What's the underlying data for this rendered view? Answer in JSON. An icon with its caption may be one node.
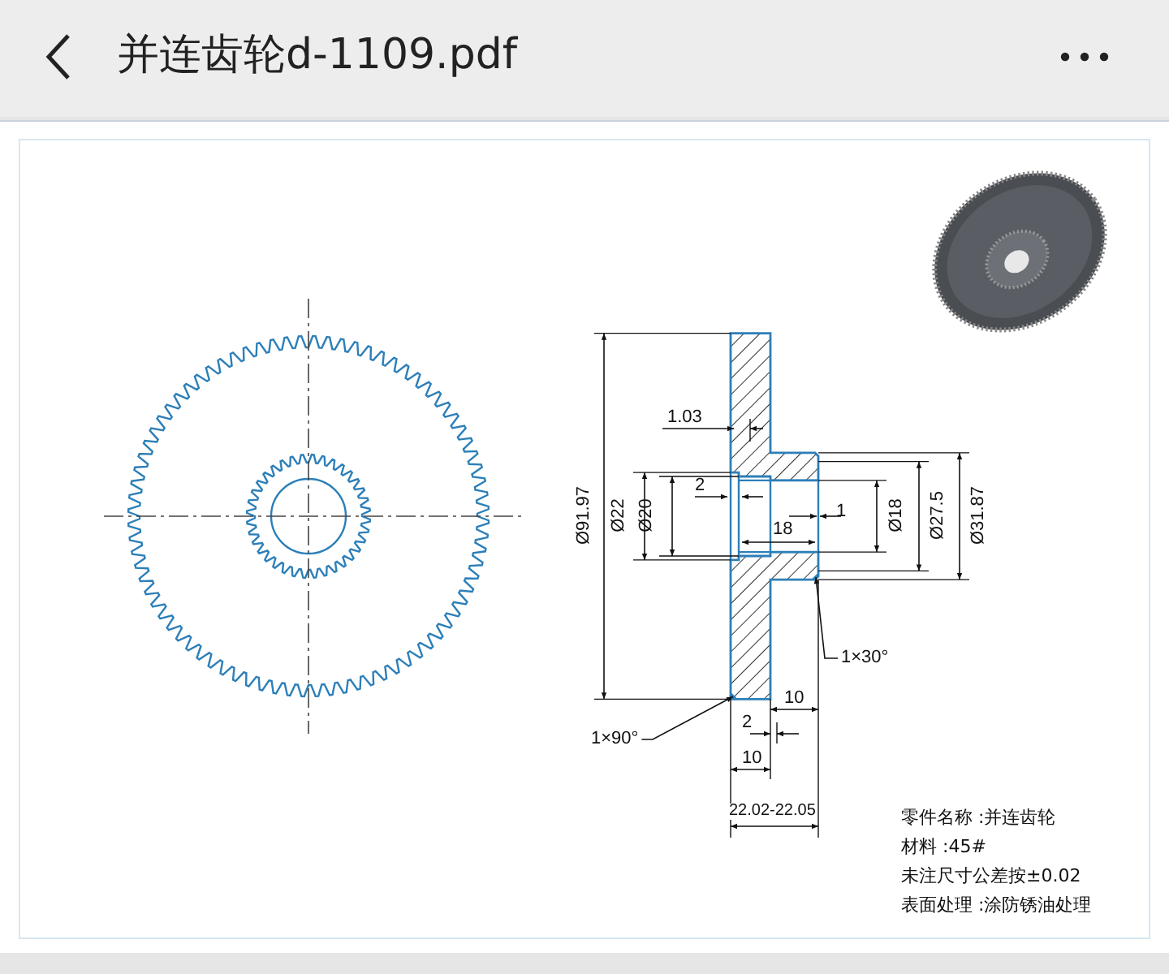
{
  "diagram": {
    "title": "并连齿轮d-1109.pdf",
    "nodes": [
      {
        "text": [
          "1×30°"
        ]
      },
      {
        "text": [
          "1×90°"
        ]
      },
      {
        "text": [],
        "shape": "corner"
      },
      {
        "text": [],
        "shape": "corner"
      }
    ],
    "edges": [
      {
        "from": 0,
        "to": 2,
        "arrow": "to"
      },
      {
        "from": 1,
        "to": 3,
        "arrow": "to"
      }
    ],
    "labels": [
      "1.03",
      "Ø91.97",
      "Ø22",
      "Ø20",
      "2",
      "18",
      "1",
      "Ø18",
      "Ø27.5",
      "Ø31.87",
      "10",
      "2",
      "10",
      "22.02-22.05",
      "零件名称 :并连齿轮",
      "材料 :45#",
      "未注尺寸公差按±0.02",
      "表面处理 :涂防锈油处理"
    ]
  }
}
